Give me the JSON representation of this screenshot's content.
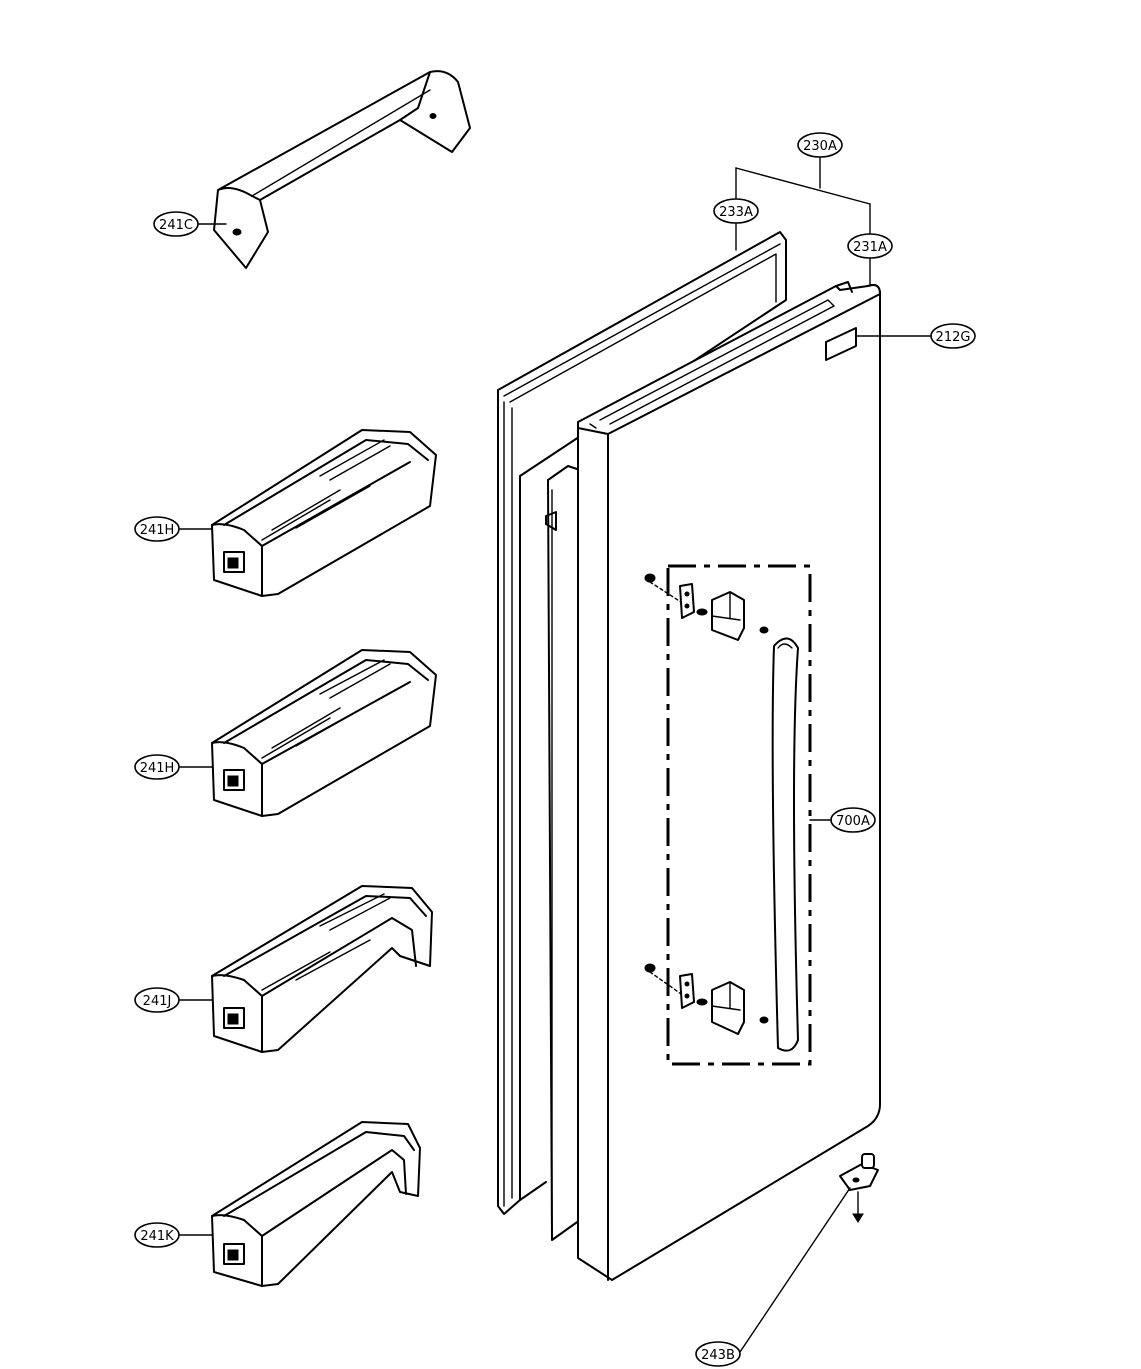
{
  "callouts": {
    "c241C": "241C",
    "c241H_1": "241H",
    "c241H_2": "241H",
    "c241J": "241J",
    "c241K": "241K",
    "c230A": "230A",
    "c233A": "233A",
    "c231A": "231A",
    "c212G": "212G",
    "c700A": "700A",
    "c243B": "243B"
  },
  "icons": {
    "door": "refrigerator-door-panel",
    "gasket": "door-gasket",
    "handle": "door-handle-assembly",
    "hinge": "lower-hinge",
    "bin": "door-bin",
    "cap": "door-bin-cap"
  }
}
